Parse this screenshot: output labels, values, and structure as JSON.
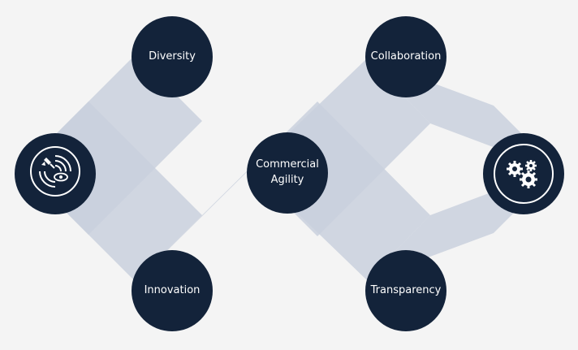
{
  "diagram": {
    "nodes": [
      {
        "id": "diversity",
        "label": "Diversity"
      },
      {
        "id": "collaboration",
        "label": "Collaboration"
      },
      {
        "id": "radar",
        "label": "",
        "icon": "radar-eye-icon"
      },
      {
        "id": "commercial-agility",
        "label": "Commercial\nAgility"
      },
      {
        "id": "gears",
        "label": "",
        "icon": "gears-icon"
      },
      {
        "id": "innovation",
        "label": "Innovation"
      },
      {
        "id": "transparency",
        "label": "Transparency"
      }
    ]
  },
  "colors": {
    "background": "#f4f4f4",
    "band": "#c9d0dd",
    "band_overlap": "#aeb7c7",
    "node": "#13233a",
    "text": "#ffffff"
  }
}
